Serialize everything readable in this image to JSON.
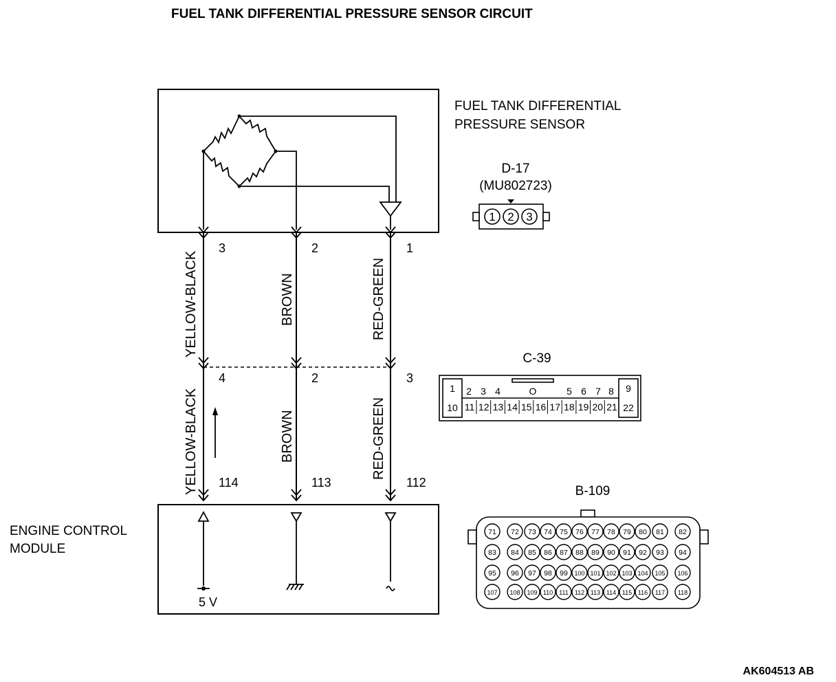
{
  "title": "FUEL TANK DIFFERENTIAL PRESSURE SENSOR CIRCUIT",
  "sensor": {
    "label_line1": "FUEL TANK DIFFERENTIAL",
    "label_line2": "PRESSURE SENSOR"
  },
  "ecm": {
    "label_line1": "ENGINE CONTROL",
    "label_line2": "MODULE",
    "supply": "5 V"
  },
  "wires": [
    {
      "color": "YELLOW-BLACK",
      "sensor_pin": "3",
      "c39_pin": "4",
      "ecm_pin": "114"
    },
    {
      "color": "BROWN",
      "sensor_pin": "2",
      "c39_pin": "2",
      "ecm_pin": "113"
    },
    {
      "color": "RED-GREEN",
      "sensor_pin": "1",
      "c39_pin": "3",
      "ecm_pin": "112"
    }
  ],
  "connectors": {
    "d17": {
      "name": "D-17",
      "part": "(MU802723)",
      "pins": [
        "1",
        "2",
        "3"
      ]
    },
    "c39": {
      "name": "C-39",
      "top_pins": [
        "1",
        "2",
        "3",
        "4",
        "5",
        "6",
        "7",
        "8",
        "9"
      ],
      "bottom_pins": [
        "10",
        "11",
        "12",
        "13",
        "14",
        "15",
        "16",
        "17",
        "18",
        "19",
        "20",
        "21",
        "22"
      ],
      "center_mark": "O"
    },
    "b109": {
      "name": "B-109",
      "rows": [
        [
          "71",
          "72",
          "73",
          "74",
          "75",
          "76",
          "77",
          "78",
          "79",
          "80",
          "81",
          "82"
        ],
        [
          "83",
          "84",
          "85",
          "86",
          "87",
          "88",
          "89",
          "90",
          "91",
          "92",
          "93",
          "94"
        ],
        [
          "95",
          "96",
          "97",
          "98",
          "99",
          "100",
          "101",
          "102",
          "103",
          "104",
          "105",
          "106"
        ],
        [
          "107",
          "108",
          "109",
          "110",
          "111",
          "112",
          "113",
          "114",
          "115",
          "116",
          "117",
          "118"
        ]
      ]
    }
  },
  "figure_code": "AK604513 AB"
}
